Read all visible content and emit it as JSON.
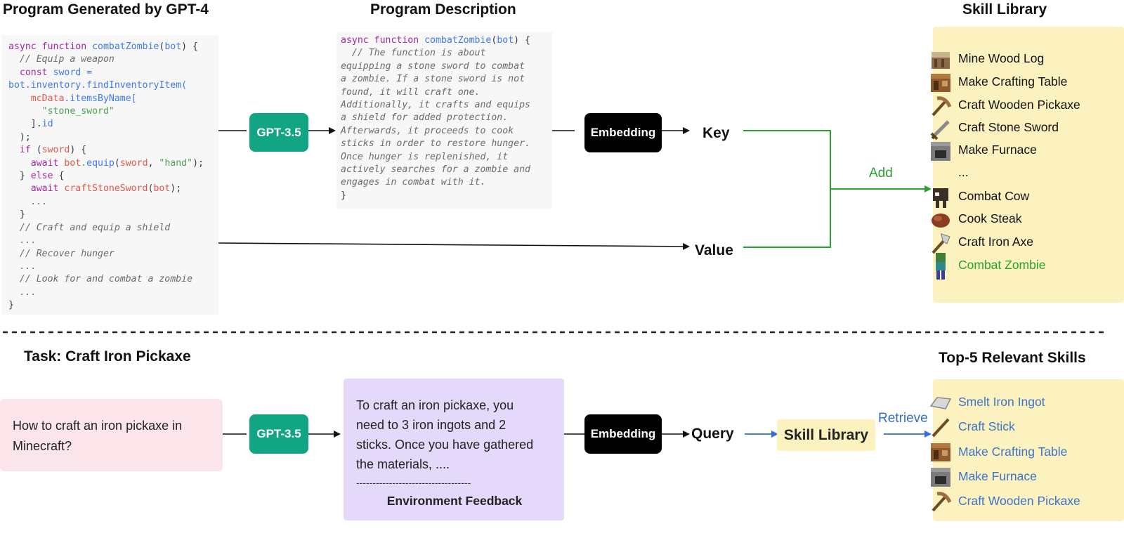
{
  "headings": {
    "program_generated": "Program Generated by GPT-4",
    "program_description": "Program Description",
    "skill_library": "Skill Library",
    "task": "Task: Craft Iron Pickaxe",
    "top5": "Top-5 Relevant Skills"
  },
  "code": {
    "l1_kw": "async function ",
    "l1_fn": "combatZombie",
    "l1_p1": "(",
    "l1_arg": "bot",
    "l1_p2": ") {",
    "l2": "  // Equip a weapon",
    "l3_kw": "  const ",
    "l3_var": "sword",
    "l3_eq": " =",
    "l4_bot": "bot",
    "l4_rest": ".inventory.findInventoryItem(",
    "l5_md": "    mcData",
    "l5_rest": ".itemsByName[",
    "l6": "      \"stone_sword\"",
    "l7_a": "    ].",
    "l7_b": "id",
    "l8": "  );",
    "l9_kw": "  if ",
    "l9_a": "(",
    "l9_var": "sword",
    "l9_b": ") {",
    "l10_kw": "    await ",
    "l10_bot": "bot",
    "l10_fn": ".equip",
    "l10_a": "(",
    "l10_var": "sword",
    "l10_b": ", ",
    "l10_str": "\"hand\"",
    "l10_c": ");",
    "l11_a": "  } ",
    "l11_kw": "else",
    "l11_b": " {",
    "l12_kw": "    await ",
    "l12_fn": "craftStoneSword",
    "l12_a": "(",
    "l12_bot": "bot",
    "l12_b": ");",
    "l13": "    ...",
    "l14": "  }",
    "l15": "  // Craft and equip a shield",
    "l16": "  ...",
    "l17": "  // Recover hunger",
    "l18": "  ...",
    "l19": "  // Look for and combat a zombie",
    "l20": "  ...",
    "l21": "}"
  },
  "description": {
    "l1_kw": "async function ",
    "l1_fn": "combatZombie",
    "l1_p1": "(",
    "l1_arg": "bot",
    "l1_p2": ") {",
    "lines": [
      "  // The function is about",
      "equipping a stone sword to combat",
      "a zombie. If a stone sword is not",
      "found, it will craft one.",
      "Additionally, it crafts and equips",
      "a shield for added protection.",
      "Afterwards, it proceeds to cook",
      "sticks in order to restore hunger.",
      "Once hunger is replenished, it",
      "actively searches for a zombie and",
      "engages in combat with it."
    ],
    "close": "}"
  },
  "pills": {
    "gpt_top": "GPT-3.5",
    "emb_top": "Embedding",
    "gpt_bottom": "GPT-3.5",
    "emb_bottom": "Embedding"
  },
  "labels": {
    "key": "Key",
    "value": "Value",
    "add": "Add",
    "query": "Query",
    "retrieve": "Retrieve",
    "skill_library_box": "Skill Library"
  },
  "skills": [
    {
      "label": "Mine Wood  Log",
      "icon": "wood-log-icon"
    },
    {
      "label": "Make Crafting Table",
      "icon": "crafting-table-icon"
    },
    {
      "label": "Craft Wooden Pickaxe",
      "icon": "wooden-pickaxe-icon"
    },
    {
      "label": "Craft Stone Sword",
      "icon": "stone-sword-icon"
    },
    {
      "label": "Make Furnace",
      "icon": "furnace-icon"
    },
    {
      "label": "...",
      "icon": ""
    },
    {
      "label": "Combat Cow",
      "icon": "cow-icon"
    },
    {
      "label": "Cook Steak",
      "icon": "steak-icon"
    },
    {
      "label": "Craft Iron Axe",
      "icon": "iron-axe-icon"
    },
    {
      "label": "Combat Zombie",
      "icon": "zombie-icon"
    }
  ],
  "task_question": "How to craft an iron pickaxe in Minecraft?",
  "response": {
    "text": "To craft an iron pickaxe, you need to 3 iron ingots and 2 sticks. Once you have gathered the materials, ....",
    "divider": "-----------------------------------",
    "feedback": "Environment Feedback"
  },
  "top5": [
    {
      "label": "Smelt Iron Ingot",
      "icon": "iron-ingot-icon"
    },
    {
      "label": "Craft Stick",
      "icon": "stick-icon"
    },
    {
      "label": "Make Crafting Table",
      "icon": "crafting-table-icon"
    },
    {
      "label": "Make Furnace",
      "icon": "furnace-icon"
    },
    {
      "label": "Craft Wooden Pickaxe",
      "icon": "wooden-pickaxe-icon"
    }
  ],
  "colors": {
    "gpt": "#12a584",
    "embedding": "#000000",
    "add_green": "#27a22a",
    "retrieve_blue": "#2f6fd6",
    "skill_bg": "#fbf2c0",
    "task_bg": "#fbe4ea",
    "response_bg": "#e4d9fb",
    "code_bg": "#f7f7f7"
  }
}
